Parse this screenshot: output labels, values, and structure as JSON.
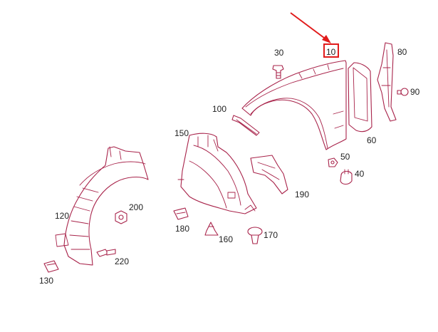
{
  "diagram": {
    "labels": {
      "p10": "10",
      "p30": "30",
      "p40": "40",
      "p50": "50",
      "p60": "60",
      "p80": "80",
      "p90": "90",
      "p100": "100",
      "p120": "120",
      "p130": "130",
      "p150": "150",
      "p160": "160",
      "p170": "170",
      "p180": "180",
      "p190": "190",
      "p200": "200",
      "p220": "220"
    },
    "highlighted_part": "10",
    "colors": {
      "line": "#a8234a",
      "highlight": "#e11b1b",
      "text": "#222222"
    }
  }
}
